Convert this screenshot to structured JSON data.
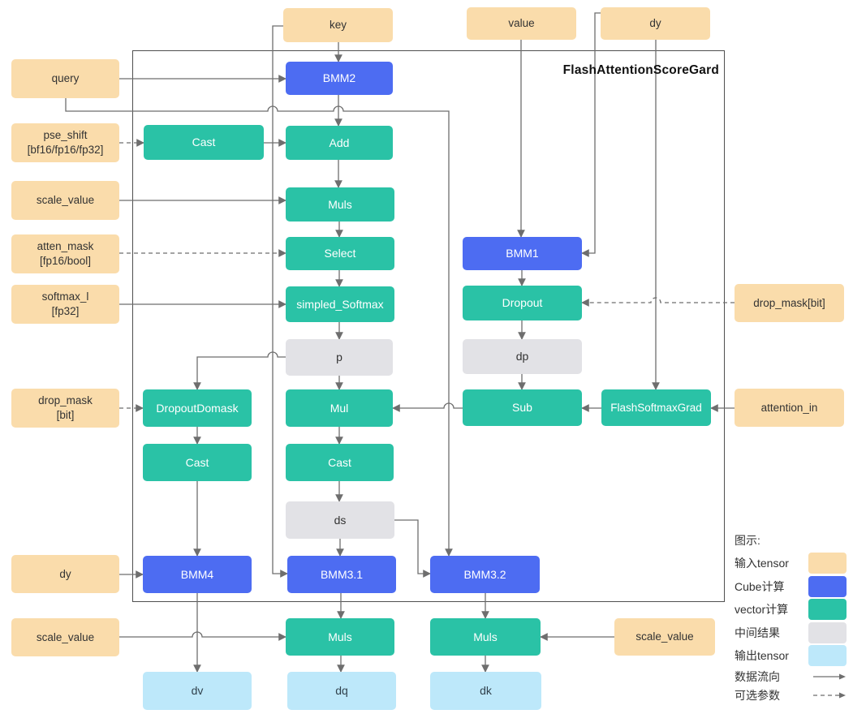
{
  "title": "FlashAttentionScoreGard",
  "colors": {
    "input_tensor": "#FADCAB",
    "cube_compute": "#4D6CF2",
    "vector_compute": "#2AC2A6",
    "intermediate": "#E2E2E6",
    "output_tensor": "#BDE8FA",
    "connector": "#6e6e6e",
    "frame_border": "#4f4f4f"
  },
  "nodes": {
    "key": {
      "label": "key"
    },
    "value": {
      "label": "value"
    },
    "dy_top": {
      "label": "dy"
    },
    "query": {
      "label": "query"
    },
    "pse_shift": {
      "label": "pse_shift",
      "sub": "[bf16/fp16/fp32]"
    },
    "scale_value_1": {
      "label": "scale_value"
    },
    "atten_mask": {
      "label": "atten_mask",
      "sub": "[fp16/bool]"
    },
    "softmax_l": {
      "label": "softmax_l",
      "sub": "[fp32]"
    },
    "drop_mask_left": {
      "label": "drop_mask",
      "sub": "[bit]"
    },
    "dy_left": {
      "label": "dy"
    },
    "scale_value_2": {
      "label": "scale_value"
    },
    "drop_mask_right": {
      "label": "drop_mask[bit]"
    },
    "attention_in": {
      "label": "attention_in"
    },
    "scale_value_3": {
      "label": "scale_value"
    },
    "bmm2": {
      "label": "BMM2"
    },
    "cast_top": {
      "label": "Cast"
    },
    "add": {
      "label": "Add"
    },
    "muls_top": {
      "label": "Muls"
    },
    "select": {
      "label": "Select"
    },
    "simpled_softmax": {
      "label": "simpled_Softmax"
    },
    "p": {
      "label": "p"
    },
    "bmm1": {
      "label": "BMM1"
    },
    "dropout": {
      "label": "Dropout"
    },
    "dp": {
      "label": "dp"
    },
    "dropout_domask": {
      "label": "DropoutDomask"
    },
    "mul": {
      "label": "Mul"
    },
    "sub": {
      "label": "Sub"
    },
    "flash_softmax_grad": {
      "label": "FlashSoftmaxGrad"
    },
    "cast_left": {
      "label": "Cast"
    },
    "cast_mid": {
      "label": "Cast"
    },
    "ds": {
      "label": "ds"
    },
    "bmm4": {
      "label": "BMM4"
    },
    "bmm31": {
      "label": "BMM3.1"
    },
    "bmm32": {
      "label": "BMM3.2"
    },
    "muls_dq": {
      "label": "Muls"
    },
    "muls_dk": {
      "label": "Muls"
    },
    "dv": {
      "label": "dv"
    },
    "dq": {
      "label": "dq"
    },
    "dk": {
      "label": "dk"
    }
  },
  "edges": [
    {
      "from": "key",
      "to": "bmm2",
      "style": "solid"
    },
    {
      "from": "key",
      "to": "bmm31",
      "style": "solid"
    },
    {
      "from": "query",
      "to": "bmm2",
      "style": "solid"
    },
    {
      "from": "query",
      "to": "bmm32",
      "style": "solid"
    },
    {
      "from": "bmm2",
      "to": "add",
      "style": "solid"
    },
    {
      "from": "pse_shift",
      "to": "cast_top",
      "style": "dashed"
    },
    {
      "from": "cast_top",
      "to": "add",
      "style": "solid"
    },
    {
      "from": "add",
      "to": "muls_top",
      "style": "solid"
    },
    {
      "from": "scale_value_1",
      "to": "muls_top",
      "style": "solid"
    },
    {
      "from": "muls_top",
      "to": "select",
      "style": "solid"
    },
    {
      "from": "atten_mask",
      "to": "select",
      "style": "dashed"
    },
    {
      "from": "select",
      "to": "simpled_softmax",
      "style": "solid"
    },
    {
      "from": "softmax_l",
      "to": "simpled_softmax",
      "style": "solid"
    },
    {
      "from": "simpled_softmax",
      "to": "p",
      "style": "solid"
    },
    {
      "from": "p",
      "to": "mul",
      "style": "solid"
    },
    {
      "from": "p",
      "to": "dropout_domask",
      "style": "solid"
    },
    {
      "from": "drop_mask_left",
      "to": "dropout_domask",
      "style": "dashed"
    },
    {
      "from": "dropout_domask",
      "to": "cast_left",
      "style": "solid"
    },
    {
      "from": "cast_left",
      "to": "bmm4",
      "style": "solid"
    },
    {
      "from": "dy_left",
      "to": "bmm4",
      "style": "solid"
    },
    {
      "from": "bmm4",
      "to": "dv",
      "style": "solid"
    },
    {
      "from": "scale_value_2",
      "to": "muls_dq",
      "style": "solid"
    },
    {
      "from": "mul",
      "to": "cast_mid",
      "style": "solid"
    },
    {
      "from": "cast_mid",
      "to": "ds",
      "style": "solid"
    },
    {
      "from": "ds",
      "to": "bmm31",
      "style": "solid"
    },
    {
      "from": "ds",
      "to": "bmm32",
      "style": "solid"
    },
    {
      "from": "bmm31",
      "to": "muls_dq",
      "style": "solid"
    },
    {
      "from": "muls_dq",
      "to": "dq",
      "style": "solid"
    },
    {
      "from": "bmm32",
      "to": "muls_dk",
      "style": "solid"
    },
    {
      "from": "muls_dk",
      "to": "dk",
      "style": "solid"
    },
    {
      "from": "scale_value_3",
      "to": "muls_dk",
      "style": "solid"
    },
    {
      "from": "value",
      "to": "bmm1",
      "style": "solid"
    },
    {
      "from": "dy_top",
      "to": "bmm1",
      "style": "solid"
    },
    {
      "from": "dy_top",
      "to": "flash_softmax_grad",
      "style": "solid"
    },
    {
      "from": "bmm1",
      "to": "dropout",
      "style": "solid"
    },
    {
      "from": "drop_mask_right",
      "to": "dropout",
      "style": "dashed"
    },
    {
      "from": "dropout",
      "to": "dp",
      "style": "solid"
    },
    {
      "from": "dp",
      "to": "sub",
      "style": "solid"
    },
    {
      "from": "attention_in",
      "to": "flash_softmax_grad",
      "style": "solid"
    },
    {
      "from": "flash_softmax_grad",
      "to": "sub",
      "style": "solid"
    },
    {
      "from": "sub",
      "to": "mul",
      "style": "solid"
    }
  ],
  "legend": {
    "title": "图示:",
    "items": [
      {
        "label": "输入tensor",
        "type": "input"
      },
      {
        "label": "Cube计算",
        "type": "cube"
      },
      {
        "label": "vector计算",
        "type": "vector"
      },
      {
        "label": "中间结果",
        "type": "intermediate"
      },
      {
        "label": "输出tensor",
        "type": "output"
      },
      {
        "label": "数据流向",
        "type": "solid-arrow"
      },
      {
        "label": "可选参数",
        "type": "dashed-arrow"
      }
    ]
  }
}
